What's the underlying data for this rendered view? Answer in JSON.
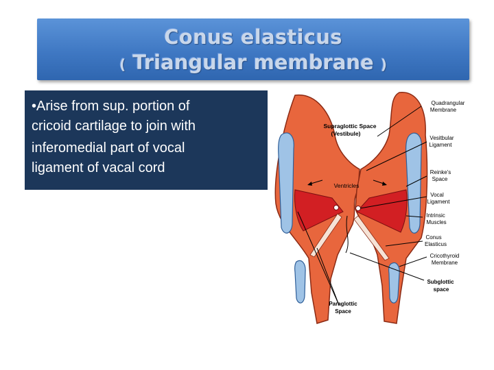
{
  "title": {
    "line1": "Conus elasticus",
    "line2_open": "(",
    "line2_main": " Triangular membrane ",
    "line2_close": ")"
  },
  "bullet": {
    "marker": "•",
    "line1": "Arise from sup. portion of",
    "line2": "cricoid cartilage to join with",
    "line3": "inferomedial part of vocal",
    "line4": "ligament of vacal cord"
  },
  "figure": {
    "labels": {
      "supraglottic_1": "Supraglottic Space",
      "supraglottic_2": "(Vestibule)",
      "ventricles": "Ventricles",
      "paraglottic_1": "Paraglottic",
      "paraglottic_2": "Space",
      "quadrangular_1": "Quadrangular",
      "quadrangular_2": "Membrane",
      "vestibular_1": "Vesitbular",
      "vestibular_2": "Ligament",
      "reinke_1": "Reinke's",
      "reinke_2": "Space",
      "vocal_1": "Vocal",
      "vocal_2": "Ligament",
      "intrinsic_1": "Intrinsic",
      "intrinsic_2": "Muscles",
      "conus_1": "Conus",
      "conus_2": "Elasticus",
      "cricothyroid_1": "Cricothyroid",
      "cricothyroid_2": "Membrane",
      "subglottic_1": "Subglottic",
      "subglottic_2": "space"
    },
    "colors": {
      "tissue": "#e8663d",
      "cartilage": "#9fc3e6",
      "muscle": "#d21f23",
      "membrane": "#f6e3d6"
    }
  }
}
